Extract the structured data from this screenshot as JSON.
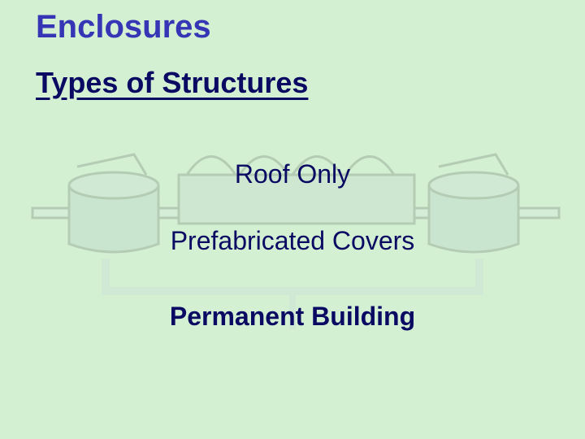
{
  "slide": {
    "title": "Enclosures",
    "subtitle": "Types of Structures",
    "items": [
      "Roof Only",
      "Prefabricated Covers",
      "Permanent Building"
    ]
  },
  "colors": {
    "background": "#d3f0d3",
    "title": "#3535b5",
    "text": "#0a0a63"
  },
  "background_graphic": {
    "description_icon": "treatment-process-diagram-icon"
  }
}
